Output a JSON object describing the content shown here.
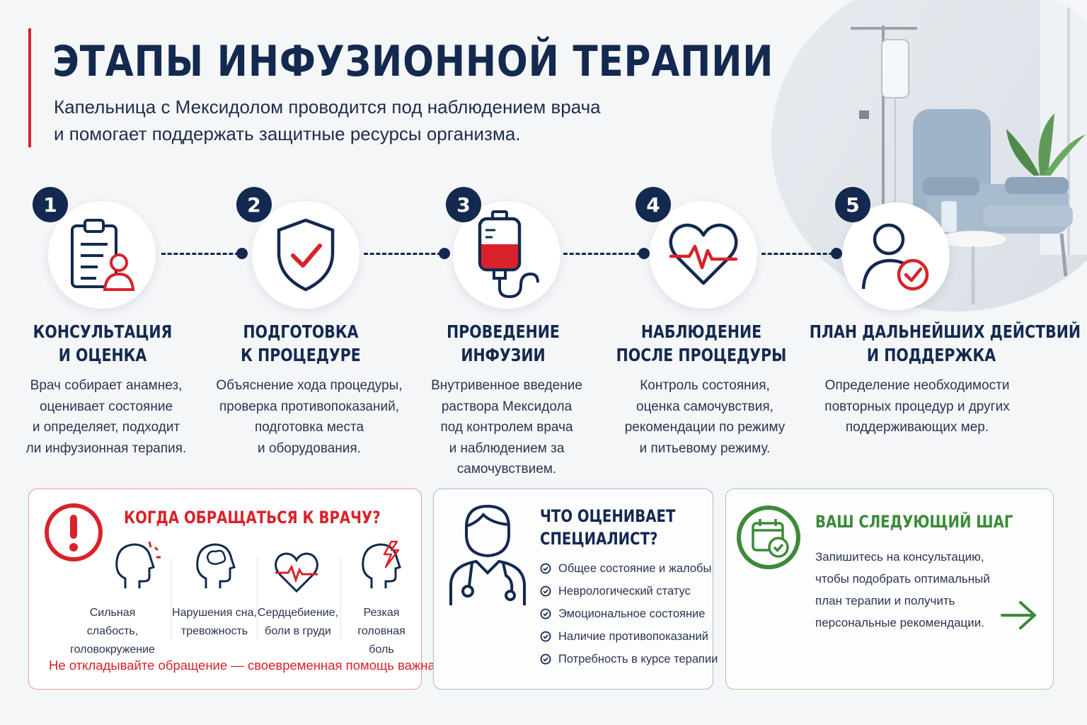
{
  "header": {
    "title": "ЭТАПЫ ИНФУЗИОННОЙ ТЕРАПИИ",
    "subtitle_line1": "Капельница с Мексидолом проводится под наблюдением врача",
    "subtitle_line2": "и помогает поддержать защитные ресурсы организма."
  },
  "colors": {
    "navy": "#13294f",
    "red": "#d9222a",
    "green": "#3c8a3a",
    "blue_border": "#a9b9d6"
  },
  "steps": [
    {
      "num": "1",
      "icon": "clipboard-person-icon",
      "title1": "КОНСУЛЬТАЦИЯ",
      "title2": "И ОЦЕНКА",
      "desc": [
        "Врач собирает анамнез,",
        "оценивает состояние",
        "и определяет, подходит",
        "ли инфузионная терапия."
      ]
    },
    {
      "num": "2",
      "icon": "shield-check-icon",
      "title1": "ПОДГОТОВКА",
      "title2": "К ПРОЦЕДУРЕ",
      "desc": [
        "Объяснение хода процедуры,",
        "проверка противопоказаний,",
        "подготовка места",
        "и оборудования."
      ]
    },
    {
      "num": "3",
      "icon": "iv-bag-icon",
      "title1": "ПРОВЕДЕНИЕ",
      "title2": "ИНФУЗИИ",
      "desc": [
        "Внутривенное введение",
        "раствора Мексидола",
        "под контролем врача",
        "и наблюдением за",
        "самочувствием."
      ]
    },
    {
      "num": "4",
      "icon": "heart-pulse-icon",
      "title1": "НАБЛЮДЕНИЕ",
      "title2": "ПОСЛЕ ПРОЦЕДУРЫ",
      "desc": [
        "Контроль состояния,",
        "оценка самочувствия,",
        "рекомендации по режиму",
        "и питьевому режиму."
      ]
    },
    {
      "num": "5",
      "icon": "user-check-icon",
      "title1": "ПЛАН ДАЛЬНЕЙШИХ ДЕЙСТВИЙ",
      "title2": "И ПОДДЕРЖКА",
      "desc": [
        "Определение необходимости",
        "повторных процедур и других",
        "поддерживающих мер."
      ]
    }
  ],
  "doctor_card": {
    "title": "КОГДА ОБРАЩАТЬСЯ К ВРАЧУ?",
    "symptoms": [
      {
        "icon": "head-weakness-icon",
        "line1": "Сильная слабость,",
        "line2": "головокружение"
      },
      {
        "icon": "head-brain-icon",
        "line1": "Нарушения сна,",
        "line2": "тревожность"
      },
      {
        "icon": "heart-pulse-icon",
        "line1": "Сердцебиение,",
        "line2": "боли в груди"
      },
      {
        "icon": "head-lightning-icon",
        "line1": "Резкая головная",
        "line2": "боль"
      }
    ],
    "warning": "Не откладывайте обращение — своевременная помощь важна."
  },
  "specialist_card": {
    "title1": "ЧТО ОЦЕНИВАЕТ",
    "title2": "СПЕЦИАЛИСТ?",
    "items": [
      "Общее состояние и жалобы",
      "Неврологический статус",
      "Эмоциональное состояние",
      "Наличие противопоказаний",
      "Потребность в курсе терапии"
    ]
  },
  "next_card": {
    "title": "ВАШ СЛЕДУЮЩИЙ ШАГ",
    "lines": [
      "Запишитесь на консультацию,",
      "чтобы подобрать оптимальный",
      "план терапии и получить",
      "персональные рекомендации."
    ]
  }
}
